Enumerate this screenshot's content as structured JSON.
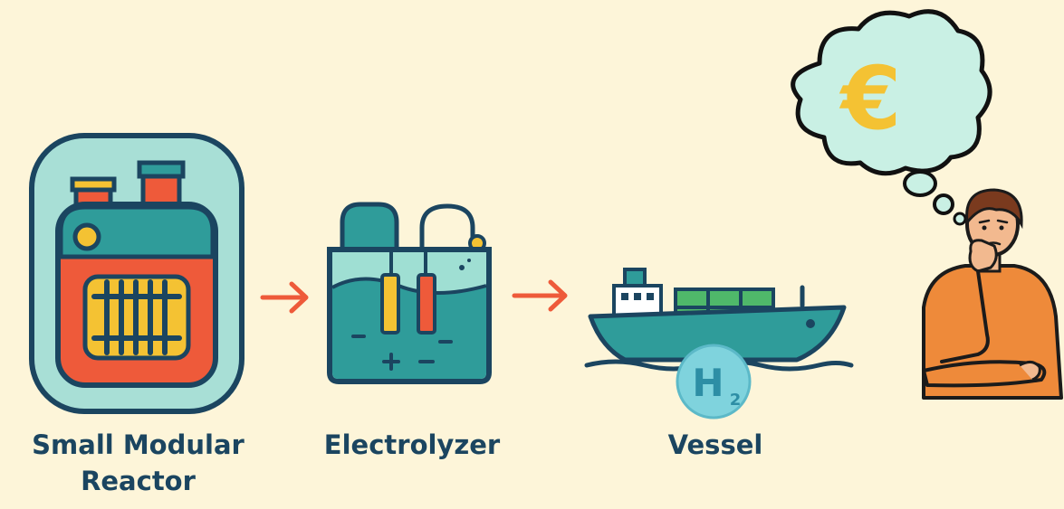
{
  "diagram": {
    "nodes": [
      {
        "id": "reactor",
        "label": "Small Modular\nReactor"
      },
      {
        "id": "electrolyzer",
        "label": "Electrolyzer"
      },
      {
        "id": "vessel",
        "label": "Vessel"
      }
    ],
    "hydrogen_badge": {
      "symbol": "H",
      "subscript": "2"
    },
    "thought_bubble": {
      "symbol": "€"
    },
    "colors": {
      "background": "#fdf5d9",
      "outline": "#1b4560",
      "teal": "#2f9c9a",
      "mint": "#9fdfd3",
      "red": "#ee5a3a",
      "yellow": "#f4c233",
      "arrow": "#ee5a3a",
      "cargo": "#4fb86a",
      "person_shirt": "#ee8a3a"
    }
  }
}
